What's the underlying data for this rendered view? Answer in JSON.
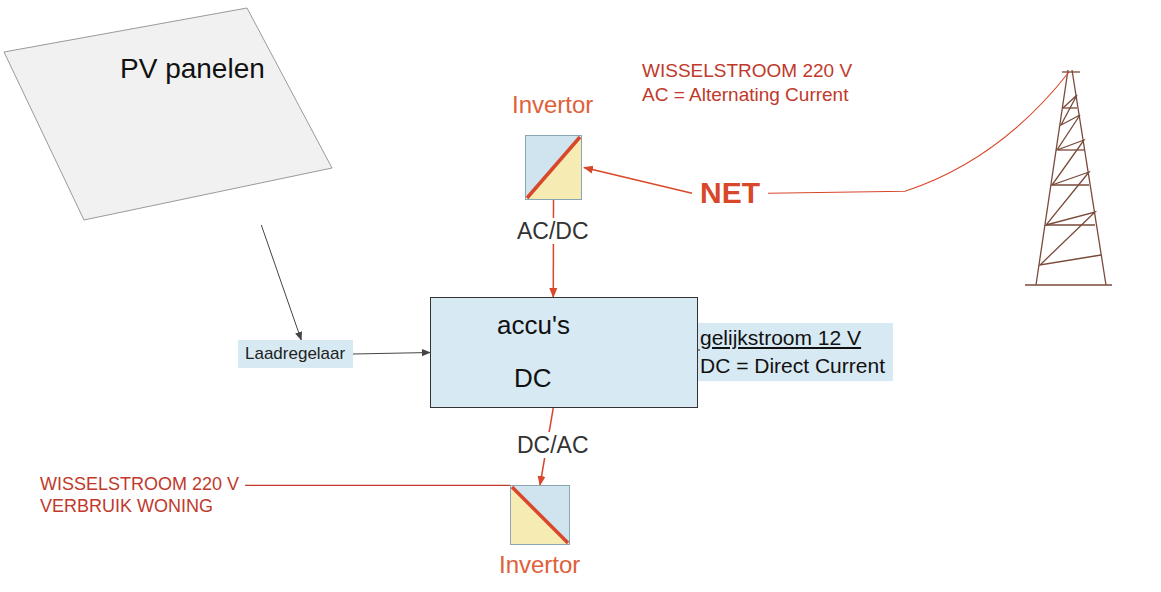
{
  "diagram": {
    "nodes": [
      {
        "text": [
          "PV panelen"
        ]
      },
      {
        "text": [
          "Invertor",
          "AC/DC"
        ]
      },
      {
        "text": [
          "Laadregelaar"
        ]
      },
      {
        "text": [
          "accu's",
          "DC"
        ]
      },
      {
        "text": [
          "DC/AC",
          "Invertor"
        ]
      }
    ],
    "edges": [
      {
        "from": 0,
        "to": 2,
        "arrow": "to"
      },
      {
        "from": 2,
        "to": 3,
        "arrow": "to"
      },
      {
        "from": 1,
        "to": 3,
        "arrow": "to"
      },
      {
        "from": 3,
        "to": 4,
        "arrow": "to"
      }
    ],
    "labels": [
      "WISSELSTROOM 220 V",
      "AC = Alternating Current",
      "NET",
      "gelijkstroom 12 V",
      "DC = Direct Current",
      "WISSELSTROOM 220 V",
      "VERBRUIK WONING"
    ]
  }
}
